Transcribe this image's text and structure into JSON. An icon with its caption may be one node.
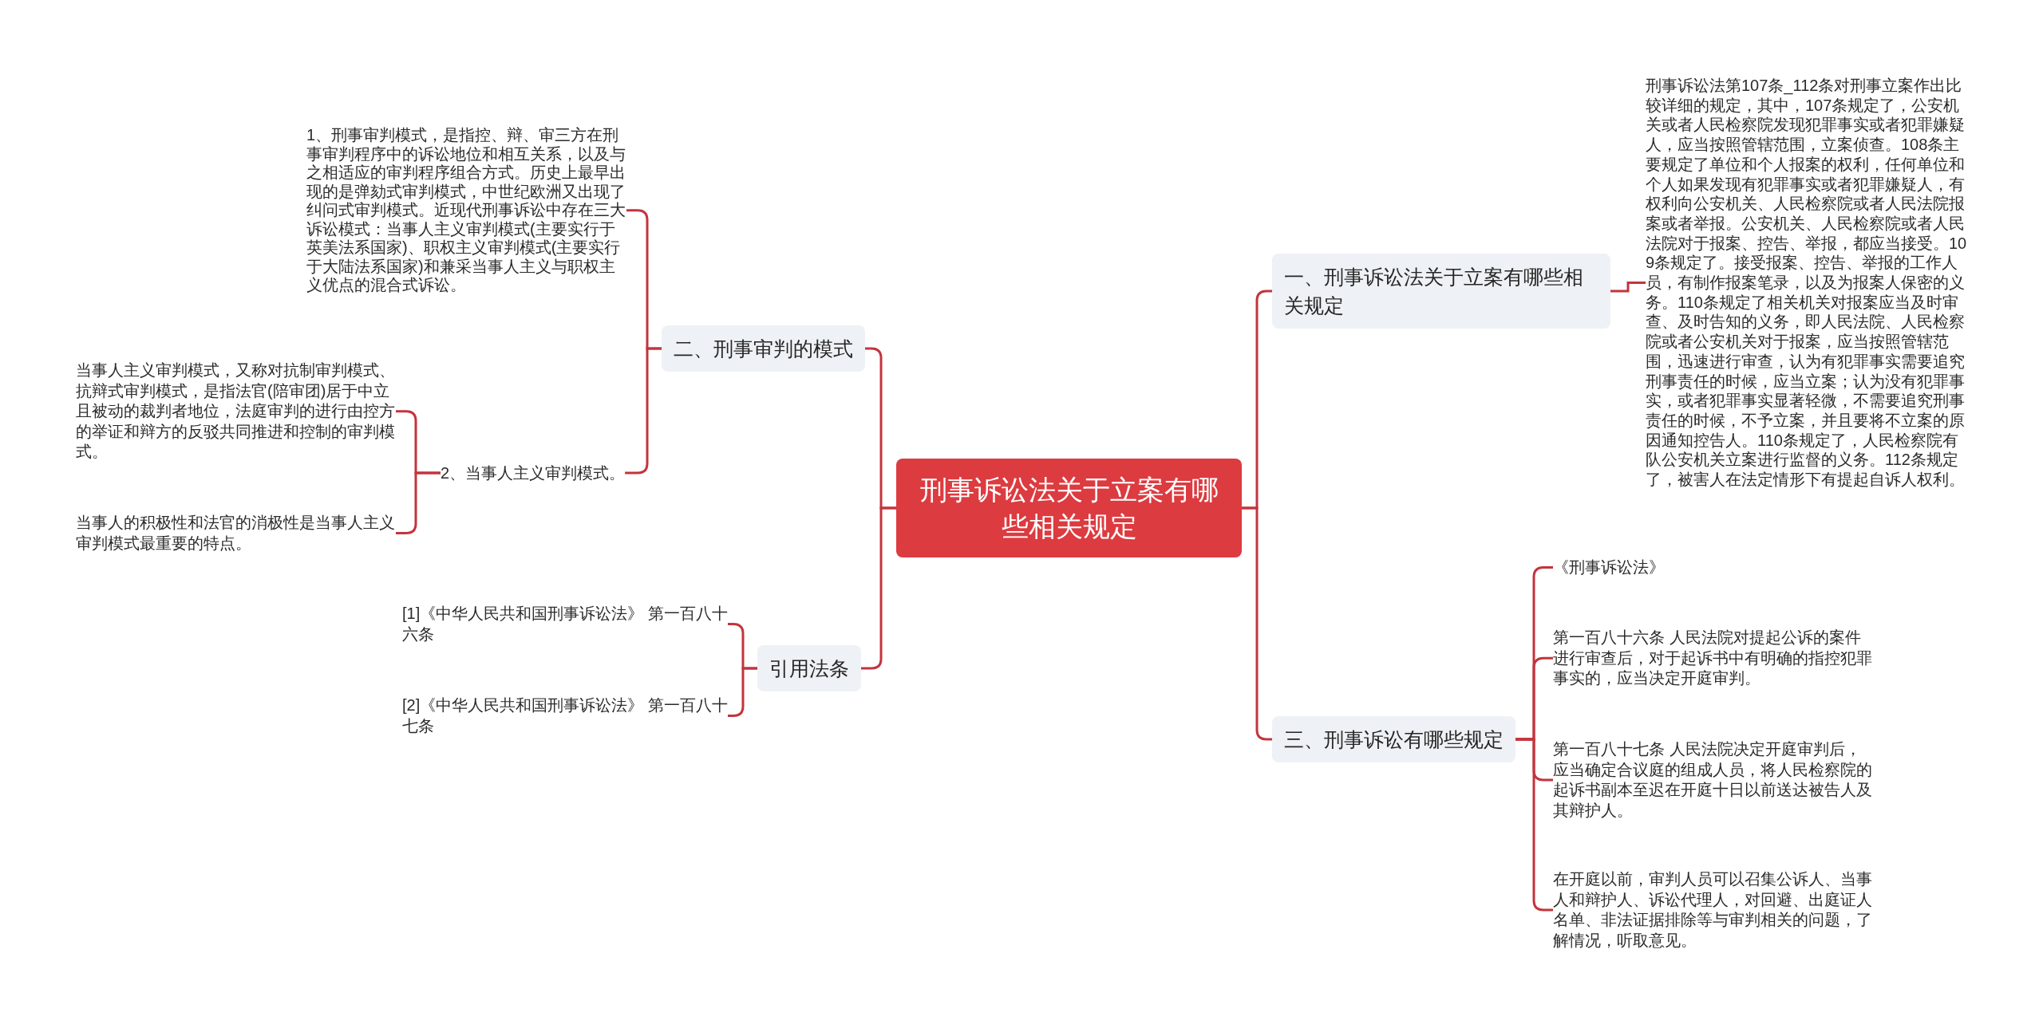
{
  "diagram": {
    "nodes": [
      {
        "text": [
          "刑事诉讼法关于立案有哪些相关规定"
        ]
      },
      {
        "text": [
          "一、刑事诉讼法关于立案有哪些相关规定"
        ]
      },
      {
        "text": [
          "刑事诉讼法第107条_112条对刑事立案作出比较详细的规定，其中，107条规定了，公安机关或者人民检察院发现犯罪事实或者犯罪嫌疑人，应当按照管辖范围，立案侦查。108条主要规定了单位和个人报案的权利，任何单位和个人如果发现有犯罪事实或者犯罪嫌疑人，有权利向公安机关、人民检察院或者人民法院报案或者举报。公安机关、人民检察院或者人民法院对于报案、控告、举报，都应当接受。109条规定了。接受报案、控告、举报的工作人员，有制作报案笔录，以及为报案人保密的义务。110条规定了相关机关对报案应当及时审查、及时告知的义务，即人民法院、人民检察院或者公安机关对于报案，应当按照管辖范围，迅速进行审查，认为有犯罪事实需要追究刑事责任的时候，应当立案；认为没有犯罪事实，或者犯罪事实显著轻微，不需要追究刑事责任的时候，不予立案，并且要将不立案的原因通知控告人。110条规定了，人民检察院有队公安机关立案进行监督的义务。112条规定了，被害人在法定情形下有提起自诉人权利。"
        ]
      },
      {
        "text": [
          "三、刑事诉讼有哪些规定"
        ]
      },
      {
        "text": [
          "《刑事诉讼法》"
        ]
      },
      {
        "text": [
          "第一百八十六条 人民法院对提起公诉的案件进行审查后，对于起诉书中有明确的指控犯罪事实的，应当决定开庭审判。"
        ]
      },
      {
        "text": [
          "第一百八十七条 人民法院决定开庭审判后，应当确定合议庭的组成人员，将人民检察院的起诉书副本至迟在开庭十日以前送达被告人及其辩护人。"
        ]
      },
      {
        "text": [
          "在开庭以前，审判人员可以召集公诉人、当事人和辩护人、诉讼代理人，对回避、出庭证人名单、非法证据排除等与审判相关的问题，了解情况，听取意见。"
        ]
      },
      {
        "text": [
          "二、刑事审判的模式"
        ]
      },
      {
        "text": [
          "1、刑事审判模式，是指控、辩、审三方在刑事审判程序中的诉讼地位和相互关系，以及与之相适应的审判程序组合方式。历史上最早出现的是弹劾式审判模式，中世纪欧洲又出现了纠问式审判模式。近现代刑事诉讼中存在三大诉讼模式：当事人主义审判模式(主要实行于英美法系国家)、职权主义审判模式(主要实行于大陆法系国家)和兼采当事人主义与职权主义优点的混合式诉讼。"
        ]
      },
      {
        "text": [
          "2、当事人主义审判模式。"
        ]
      },
      {
        "text": [
          "当事人主义审判模式，又称对抗制审判模式、抗辩式审判模式，是指法官(陪审团)居于中立且被动的裁判者地位，法庭审判的进行由控方的举证和辩方的反驳共同推进和控制的审判模式。"
        ]
      },
      {
        "text": [
          "当事人的积极性和法官的消极性是当事人主义审判模式最重要的特点。"
        ]
      },
      {
        "text": [
          "引用法条"
        ]
      },
      {
        "text": [
          "[1]《中华人民共和国刑事诉讼法》 第一百八十六条"
        ]
      },
      {
        "text": [
          "[2]《中华人民共和国刑事诉讼法》 第一百八十七条"
        ]
      }
    ],
    "edges": [
      {
        "from": 0,
        "to": 1,
        "arrow": "none"
      },
      {
        "from": 1,
        "to": 2,
        "arrow": "none"
      },
      {
        "from": 0,
        "to": 3,
        "arrow": "none"
      },
      {
        "from": 3,
        "to": 4,
        "arrow": "none"
      },
      {
        "from": 3,
        "to": 5,
        "arrow": "none"
      },
      {
        "from": 3,
        "to": 6,
        "arrow": "none"
      },
      {
        "from": 3,
        "to": 7,
        "arrow": "none"
      },
      {
        "from": 0,
        "to": 8,
        "arrow": "none"
      },
      {
        "from": 8,
        "to": 9,
        "arrow": "none"
      },
      {
        "from": 8,
        "to": 10,
        "arrow": "none"
      },
      {
        "from": 10,
        "to": 11,
        "arrow": "none"
      },
      {
        "from": 10,
        "to": 12,
        "arrow": "none"
      },
      {
        "from": 0,
        "to": 13,
        "arrow": "none"
      },
      {
        "from": 13,
        "to": 14,
        "arrow": "none"
      },
      {
        "from": 13,
        "to": 15,
        "arrow": "none"
      }
    ]
  }
}
